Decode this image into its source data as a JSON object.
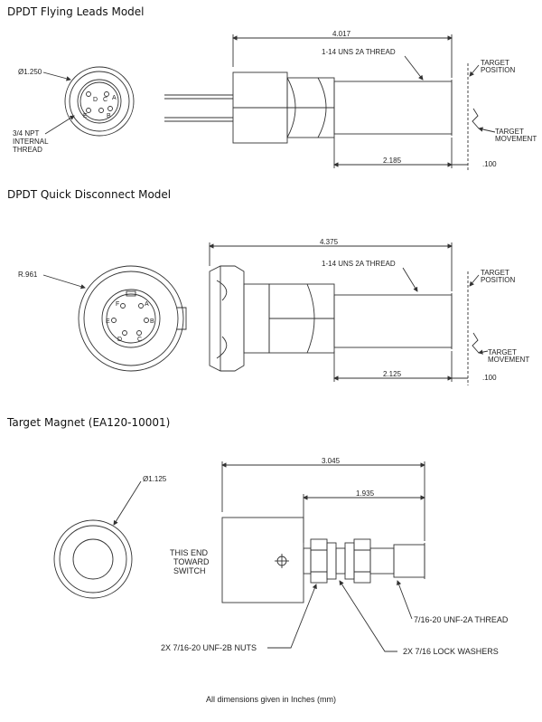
{
  "sections": {
    "flying_leads": {
      "title": "DPDT Flying Leads Model",
      "dim_overall": "4.017",
      "thread": "1-14 UNS 2A THREAD",
      "target_position": [
        "TARGET",
        "POSITION"
      ],
      "target_movement": [
        "TARGET",
        "MOVEMENT"
      ],
      "dim_body": "2.185",
      "dim_gap": ".100",
      "diameter": "Ø1.250",
      "npt": [
        "3/4 NPT",
        "INTERNAL",
        "THREAD"
      ],
      "pins": [
        "D",
        "C",
        "A",
        "E",
        "B"
      ]
    },
    "quick_disconnect": {
      "title": "DPDT Quick Disconnect Model",
      "dim_overall": "4.375",
      "thread": "1-14 UNS 2A THREAD",
      "target_position": [
        "TARGET",
        "POSITION"
      ],
      "target_movement": [
        "TARGET",
        "MOVEMENT"
      ],
      "dim_body": "2.125",
      "dim_gap": ".100",
      "radius": "R.961",
      "pins": [
        "F",
        "A",
        "E",
        "B",
        "D",
        "C"
      ]
    },
    "target_magnet": {
      "title": "Target Magnet (EA120-10001)",
      "diameter": "Ø1.125",
      "dim_overall": "3.045",
      "dim_stud": "1.935",
      "end_note": [
        "THIS END",
        "TOWARD",
        "SWITCH"
      ],
      "thread": "7/16-20 UNF-2A THREAD",
      "nuts": "2X 7/16-20 UNF-2B NUTS",
      "washers": "2X 7/16 LOCK WASHERS"
    }
  },
  "footer": "All dimensions given in Inches (mm)"
}
